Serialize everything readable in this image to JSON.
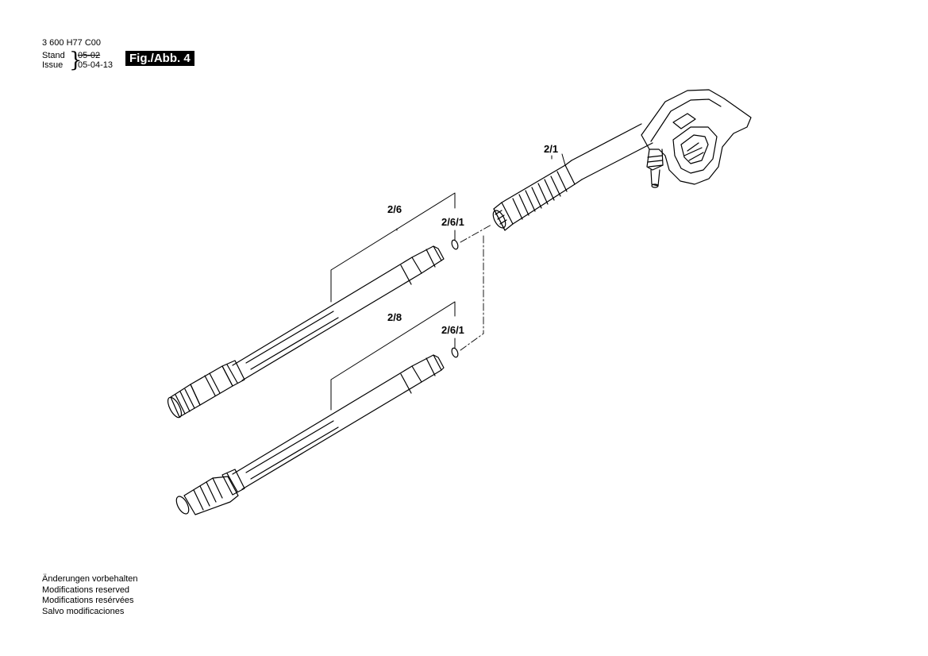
{
  "header": {
    "doc_number": "3 600 H77 C00",
    "stand_label": "Stand",
    "issue_label": "Issue",
    "stand_value": "05-02",
    "issue_value": "05-04-13",
    "figure_badge": "Fig./Abb. 4"
  },
  "callouts": {
    "gun": "2/1",
    "lance_top": "2/6",
    "seal_top": "2/6/1",
    "lance_bottom": "2/8",
    "seal_bottom": "2/6/1"
  },
  "notes": [
    "Änderungen vorbehalten",
    "Modifications reserved",
    "Modifications resérvées",
    "Salvo modificaciones"
  ],
  "colors": {
    "ink": "#000000",
    "paper": "#ffffff",
    "badge_bg": "#000000",
    "badge_text": "#ffffff"
  }
}
